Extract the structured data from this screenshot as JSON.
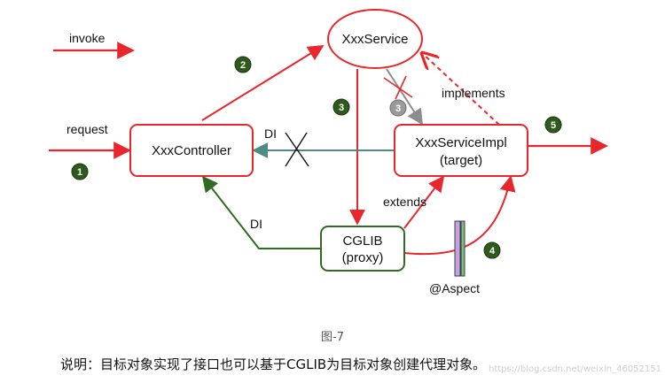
{
  "legend": {
    "label": "invoke",
    "color": "#e8262b"
  },
  "nodes": {
    "service": {
      "label": "XxxService"
    },
    "controller": {
      "label": "XxxController"
    },
    "impl": {
      "line1": "XxxServiceImpl",
      "line2": "(target)"
    },
    "cglib": {
      "line1": "CGLIB",
      "line2": "(proxy)"
    }
  },
  "edge_labels": {
    "request": "request",
    "di_top": "DI",
    "di_bottom": "DI",
    "implements": "implements",
    "extends": "extends",
    "aspect": "@Aspect"
  },
  "steps": [
    "1",
    "2",
    "3",
    "3",
    "4",
    "5"
  ],
  "colors": {
    "red": "#e8262b",
    "green": "#2f6b22",
    "teal": "#4e8a86",
    "gray": "#8c8c8c",
    "badge": "#2e5a1c",
    "badge_gray": "#9a9a9a"
  },
  "caption": {
    "figure": "图-7",
    "note": "说明：目标对象实现了接口也可以基于CGLIB为目标对象创建代理对象。",
    "watermark": "https://blog.csdn.net/weixin_46052151"
  }
}
